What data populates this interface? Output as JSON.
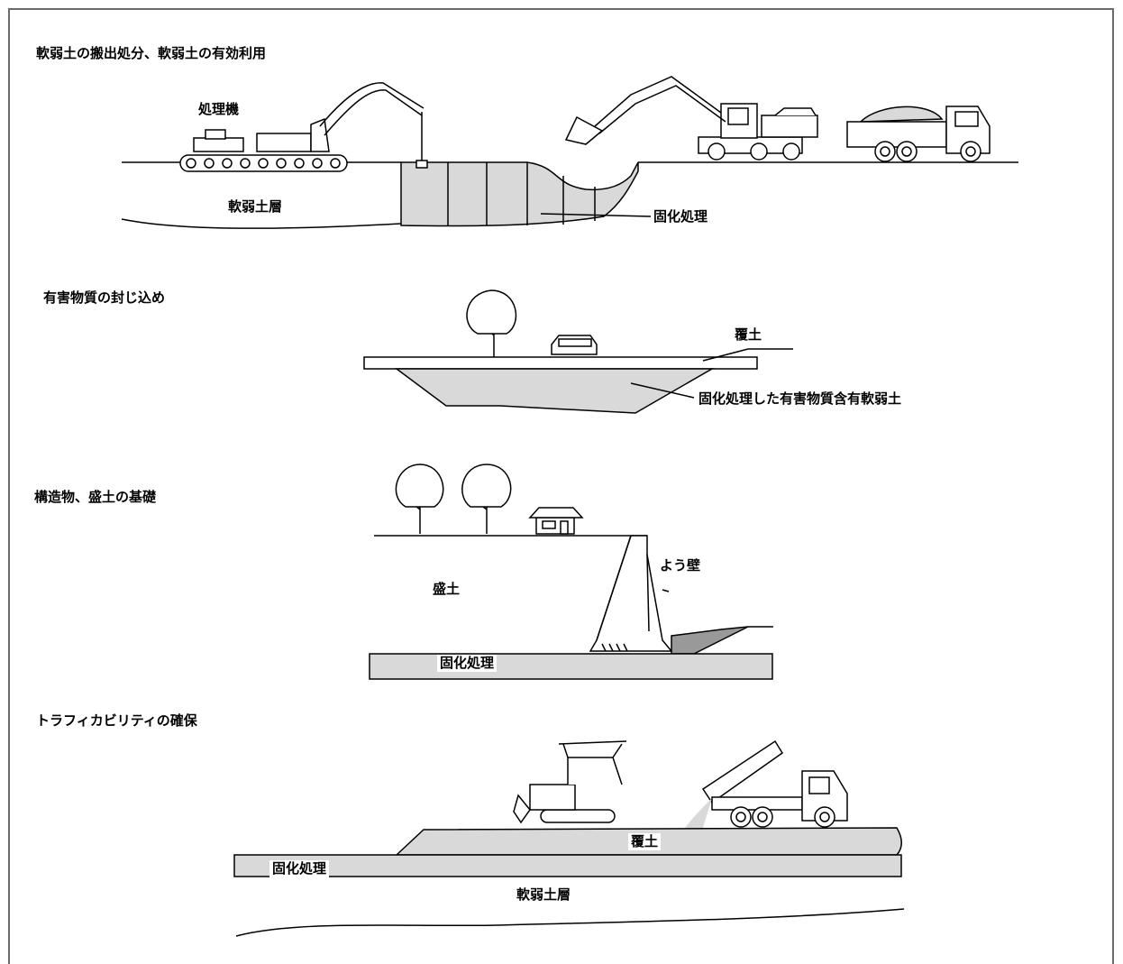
{
  "sections": {
    "s1": {
      "title": "軟弱土の搬出処分、軟弱土の有効利用",
      "label_machine": "処理機",
      "label_layer": "軟弱土層",
      "label_treatment": "固化処理"
    },
    "s2": {
      "title": "有害物質の封じ込め",
      "label_cover": "覆土",
      "label_treated": "固化処理した有害物質含有軟弱土"
    },
    "s3": {
      "title": "構造物、盛土の基礎",
      "label_wall": "よう壁",
      "label_fill": "盛土",
      "label_treatment": "固化処理"
    },
    "s4": {
      "title": "トラフィカビリティの確保",
      "label_cover": "覆土",
      "label_treatment": "固化処理",
      "label_layer": "軟弱土層"
    }
  },
  "colors": {
    "fill_gray": "#d9d9d9",
    "stroke": "#000000",
    "frame": "#6b6b6b"
  }
}
